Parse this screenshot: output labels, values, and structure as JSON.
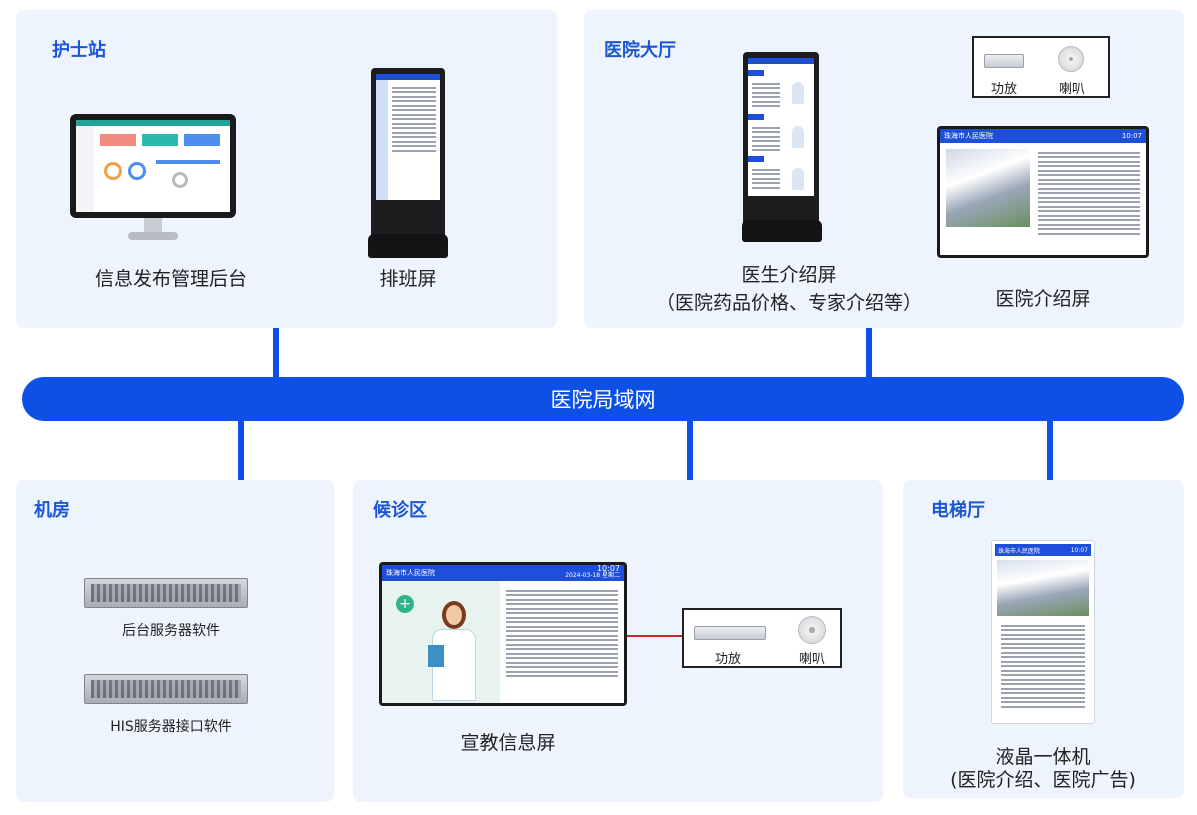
{
  "bus_label": "医院局域网",
  "panels": {
    "nurse_station": {
      "title": "护士站",
      "items": [
        "信息发布管理后台",
        "排班屏"
      ]
    },
    "lobby": {
      "title": "医院大厅",
      "doctor_caption_line1": "医生介绍屏",
      "doctor_caption_line2": "（医院药品价格、专家介绍等）",
      "intro_caption": "医院介绍屏",
      "amp_label": "功放",
      "speaker_label": "喇叭",
      "screen_title": "珠海市人民医院",
      "screen_time": "10:07"
    },
    "server_room": {
      "title": "机房",
      "items": [
        "后台服务器软件",
        "HIS服务器接口软件"
      ]
    },
    "waiting": {
      "title": "候诊区",
      "caption": "宣教信息屏",
      "amp_label": "功放",
      "speaker_label": "喇叭",
      "screen_title": "珠海市人民医院",
      "screen_time": "10:07",
      "screen_date": "2024-03-18 星期二"
    },
    "elevator": {
      "title": "电梯厅",
      "caption_line1": "液晶一体机",
      "caption_line2": "(医院介绍、医院广告)",
      "screen_title": "珠海市人民医院",
      "screen_time": "10:07"
    }
  },
  "colors": {
    "accent": "#0e50e6",
    "panel_bg": "#eef4fd",
    "title": "#1a56d6",
    "link_red": "#c62828"
  }
}
